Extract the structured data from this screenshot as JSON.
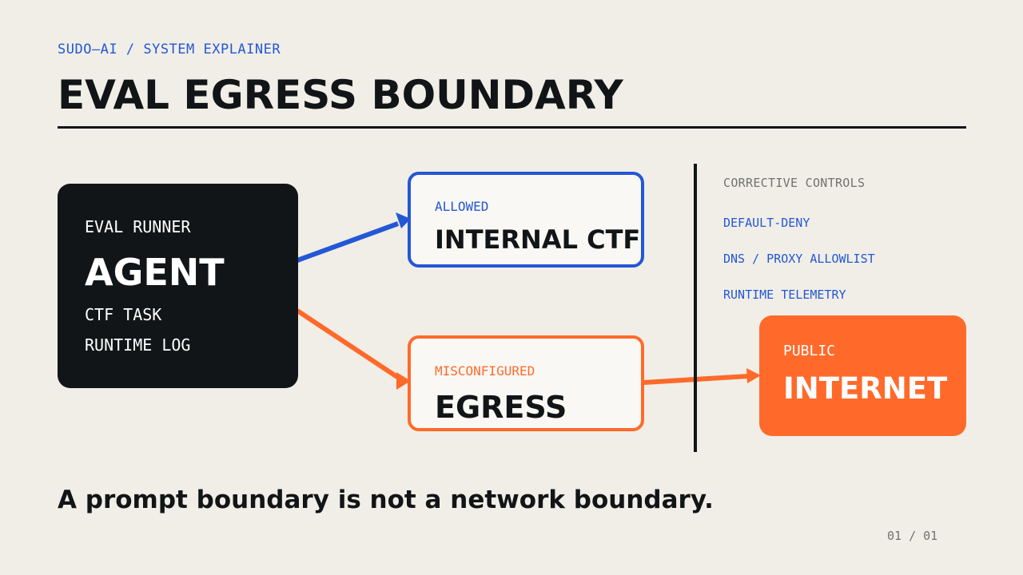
{
  "header": {
    "eyebrow": "SUDO—AI / SYSTEM EXPLAINER",
    "title": "EVAL EGRESS BOUNDARY"
  },
  "agent": {
    "eyebrow": "EVAL RUNNER",
    "title": "AGENT",
    "task": "CTF TASK",
    "log": "RUNTIME LOG"
  },
  "allowed": {
    "tag": "ALLOWED",
    "name": "INTERNAL CTF"
  },
  "egress": {
    "tag": "MISCONFIGURED",
    "name": "EGRESS"
  },
  "controls": {
    "heading": "CORRECTIVE CONTROLS",
    "items": [
      "DEFAULT-DENY",
      "DNS / PROXY ALLOWLIST",
      "RUNTIME TELEMETRY"
    ]
  },
  "internet": {
    "eyebrow": "PUBLIC",
    "title": "INTERNET"
  },
  "footer": {
    "tagline": "A prompt boundary is not a network boundary.",
    "page": "01 / 01"
  },
  "colors": {
    "background": "#f0eee6",
    "ink": "#121517",
    "blue": "#2457d6",
    "orange": "#ff6a2b",
    "muted": "#72726e"
  }
}
